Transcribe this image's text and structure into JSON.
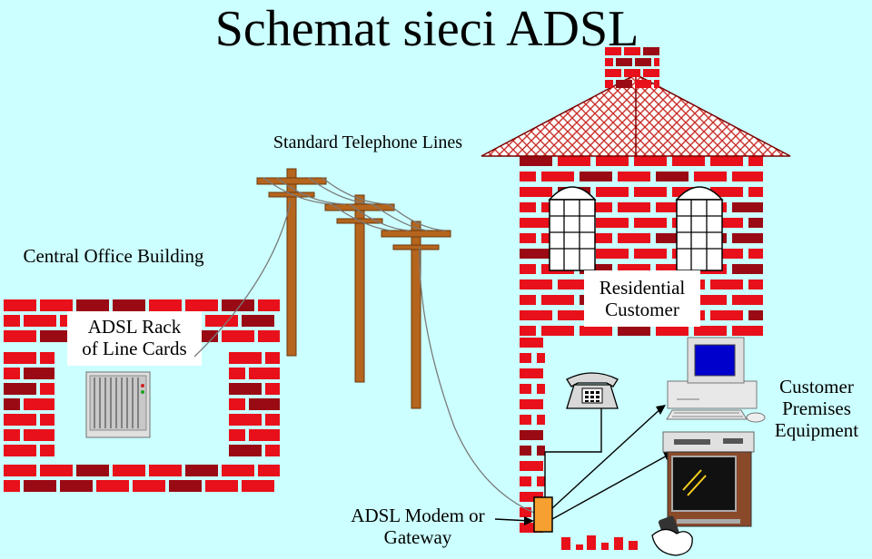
{
  "title": "Schemat sieci ADSL",
  "labels": {
    "telephone_lines": "Standard Telephone Lines",
    "central_office": "Central Office Building",
    "adsl_rack": [
      "ADSL Rack",
      "of Line Cards"
    ],
    "residential": [
      "Residential",
      "Customer"
    ],
    "cpe": [
      "Customer",
      "Premises",
      "Equipment"
    ],
    "modem": [
      "ADSL Modem or",
      "Gateway"
    ]
  },
  "colors": {
    "background": "#ccffff",
    "brick": "#e8101a",
    "brick_dark": "#9a0a14",
    "pole": "#b5651d",
    "roof": "#c8302a",
    "modem": "#f5a030",
    "screen": "#0000cc"
  },
  "icons": [
    "telephone-icon",
    "computer-icon",
    "tv-icon",
    "remote-hand-icon",
    "rack-icon"
  ]
}
